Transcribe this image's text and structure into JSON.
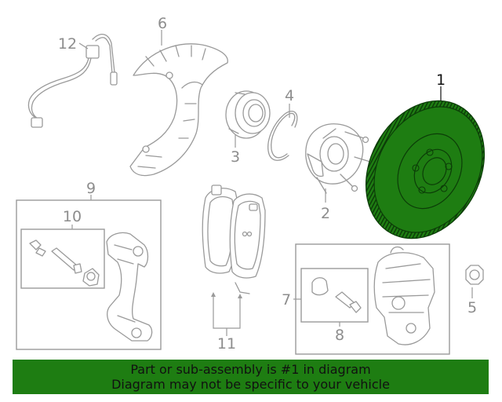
{
  "callouts": {
    "c1": "1",
    "c2": "2",
    "c3": "3",
    "c4": "4",
    "c5": "5",
    "c6": "6",
    "c7": "7",
    "c8": "8",
    "c9": "9",
    "c10": "10",
    "c11": "11",
    "c12": "12"
  },
  "banner": {
    "line1": "Part or sub-assembly is #1 in diagram",
    "line2": "Diagram may not be specific to your vehicle"
  },
  "colors": {
    "highlight": "#1e7d12",
    "line": "#9a9a9a"
  }
}
